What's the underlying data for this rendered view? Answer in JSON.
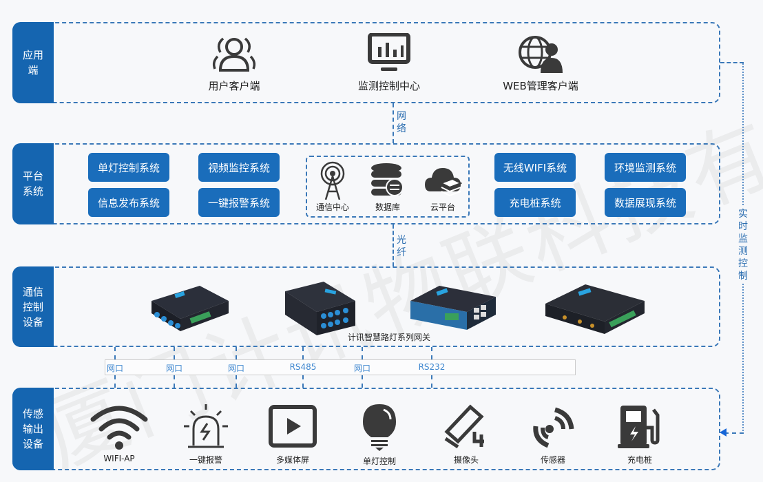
{
  "layers": {
    "app": {
      "title": "应用端",
      "items": [
        {
          "label": "用户客户端",
          "icon": "users-icon"
        },
        {
          "label": "监测控制中心",
          "icon": "monitor-chart-icon"
        },
        {
          "label": "WEB管理客户端",
          "icon": "globe-user-icon"
        }
      ]
    },
    "platform": {
      "title": "平台系统",
      "systems_left": [
        "单灯控制系统",
        "视频监控系统",
        "信息发布系统",
        "一键报警系统"
      ],
      "center": [
        {
          "label": "通信中心",
          "icon": "antenna-tower-icon"
        },
        {
          "label": "数据库",
          "icon": "database-sync-icon"
        },
        {
          "label": "云平台",
          "icon": "cloud-layers-icon"
        }
      ],
      "systems_right": [
        "无线WIFI系统",
        "环境监测系统",
        "充电桩系统",
        "数据展现系统"
      ]
    },
    "comm": {
      "title": "通信控制设备",
      "gateway_label": "计讯智慧路灯系列网关"
    },
    "sense": {
      "title": "传感输出设备",
      "items": [
        {
          "label": "WIFI-AP",
          "icon": "wifi-icon"
        },
        {
          "label": "一键报警",
          "icon": "alarm-light-icon"
        },
        {
          "label": "多媒体屏",
          "icon": "play-screen-icon"
        },
        {
          "label": "单灯控制",
          "icon": "lightbulb-icon"
        },
        {
          "label": "摄像头",
          "icon": "camera-icon"
        },
        {
          "label": "传感器",
          "icon": "sensor-signal-icon"
        },
        {
          "label": "充电桩",
          "icon": "charging-station-icon"
        }
      ]
    }
  },
  "connectors": {
    "app_platform": "网络",
    "platform_comm": "光纤",
    "realtime": "实时监测控制"
  },
  "interfaces": [
    "网口",
    "网口",
    "网口",
    "RS485",
    "网口",
    "RS232"
  ],
  "watermark": "厦门计讯物联科技有限公司",
  "colors": {
    "primary": "#1565b0",
    "button": "#1a6dbb",
    "dash": "#3a78b8",
    "interface_text": "#3d86cf"
  }
}
